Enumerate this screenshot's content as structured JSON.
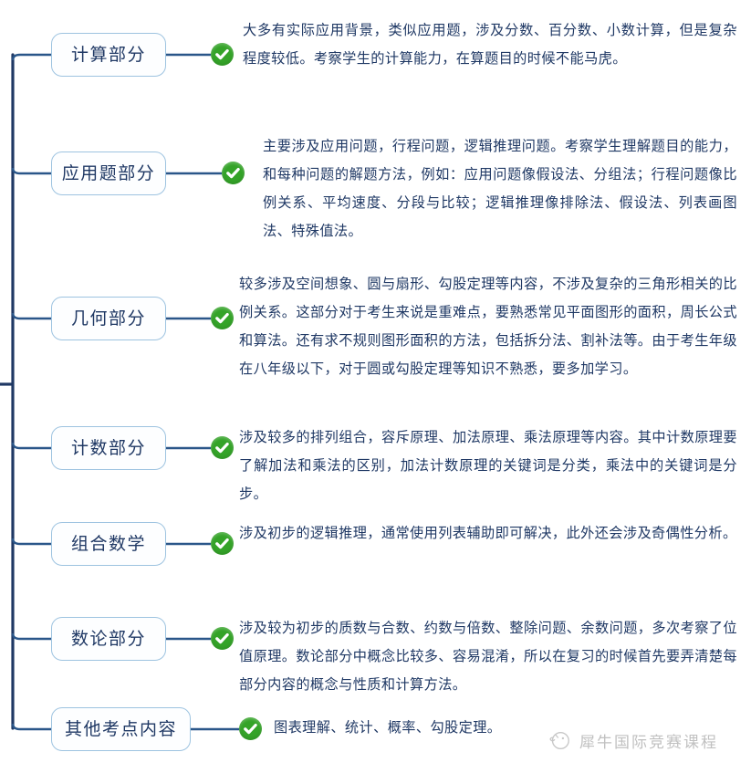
{
  "colors": {
    "text": "#1f3864",
    "node_border": "#9dc3e0",
    "trunk": "#1f3864",
    "branch": "#2e5f94",
    "check_green": "#34a328",
    "watermark": "#8d8d8d"
  },
  "icons": {
    "check": "check-circle-icon",
    "watermark_logo": "rhino-logo-icon"
  },
  "watermark": {
    "text": "犀牛国际竞赛课程"
  },
  "branches": [
    {
      "id": "calculation",
      "label": "计算部分",
      "check": "✓",
      "description": "大多有实际应用背景，类似应用题，涉及分数、百分数、小数计算，但是复杂程度较低。考察学生的计算能力，在算题目的时候不能马虎。"
    },
    {
      "id": "word-problems",
      "label": "应用题部分",
      "check": "✓",
      "description": "主要涉及应用问题，行程问题，逻辑推理问题。考察学生理解题目的能力，和每种问题的解题方法，例如：应用问题像假设法、分组法；行程问题像比例关系、平均速度、分段与比较；逻辑推理像排除法、假设法、列表画图法、特殊值法。"
    },
    {
      "id": "geometry",
      "label": "几何部分",
      "check": "✓",
      "description": "较多涉及空间想象、圆与扇形、勾股定理等内容，不涉及复杂的三角形相关的比例关系。这部分对于考生来说是重难点，要熟悉常见平面图形的面积，周长公式和算法。还有求不规则图形面积的方法，包括拆分法、割补法等。由于考生年级在八年级以下，对于圆或勾股定理等知识不熟悉，要多加学习。"
    },
    {
      "id": "counting",
      "label": "计数部分",
      "check": "✓",
      "description": "涉及较多的排列组合，容斥原理、加法原理、乘法原理等内容。其中计数原理要了解加法和乘法的区别，加法计数原理的关键词是分类，乘法中的关键词是分步。"
    },
    {
      "id": "combinatorics",
      "label": "组合数学",
      "check": "✓",
      "description": "涉及初步的逻辑推理，通常使用列表辅助即可解决，此外还会涉及奇偶性分析。"
    },
    {
      "id": "number-theory",
      "label": "数论部分",
      "check": "✓",
      "description": "涉及较为初步的质数与合数、约数与倍数、整除问题、余数问题，多次考察了位值原理。数论部分中概念比较多、容易混淆，所以在复习的时候首先要弄清楚每部分内容的概念与性质和计算方法。"
    },
    {
      "id": "other-topics",
      "label": "其他考点内容",
      "check": "✓",
      "description": "图表理解、统计、概率、勾股定理。"
    }
  ]
}
